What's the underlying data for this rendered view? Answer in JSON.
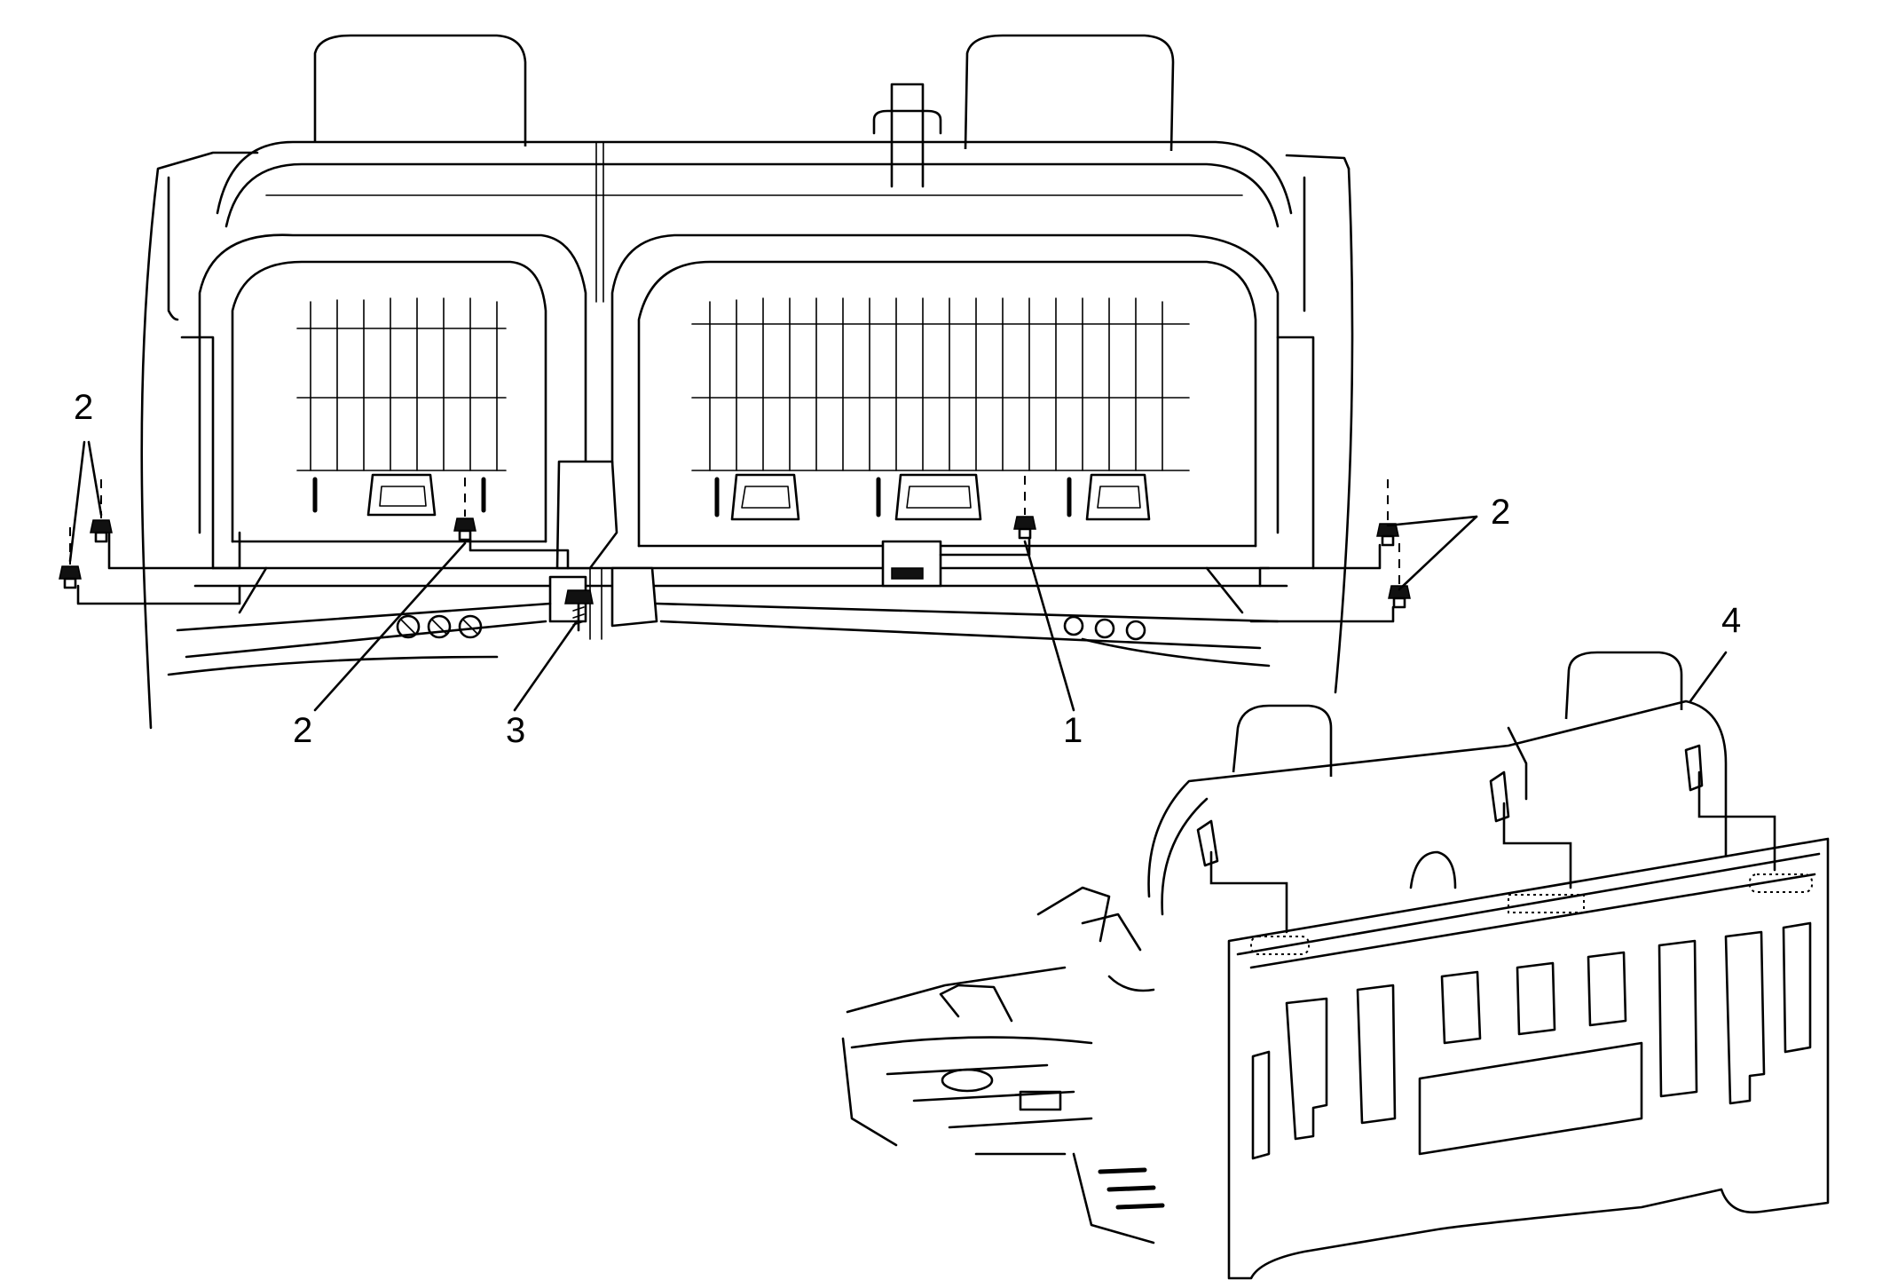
{
  "callouts": [
    {
      "id": "c2-left",
      "label": "2"
    },
    {
      "id": "c2-mid",
      "label": "2"
    },
    {
      "id": "c3",
      "label": "3"
    },
    {
      "id": "c1",
      "label": "1"
    },
    {
      "id": "c2-right",
      "label": "2"
    },
    {
      "id": "c4",
      "label": "4"
    }
  ]
}
